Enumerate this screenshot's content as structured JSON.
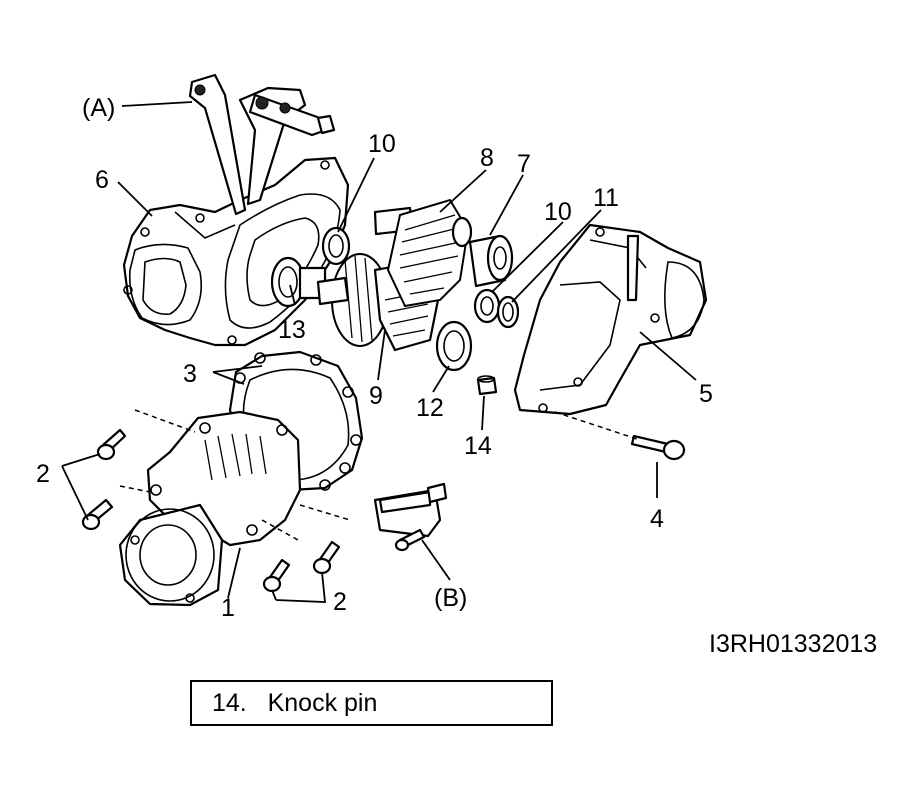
{
  "figure_id": "I3RH01332013",
  "callouts": {
    "A": "(A)",
    "B": "(B)",
    "n1": "1",
    "n2a": "2",
    "n2b": "2",
    "n3": "3",
    "n4": "4",
    "n5": "5",
    "n6": "6",
    "n7": "7",
    "n8": "8",
    "n9": "9",
    "n10a": "10",
    "n10b": "10",
    "n11": "11",
    "n12": "12",
    "n13": "13",
    "n14": "14"
  },
  "legend": {
    "text": "14.   Knock pin"
  }
}
